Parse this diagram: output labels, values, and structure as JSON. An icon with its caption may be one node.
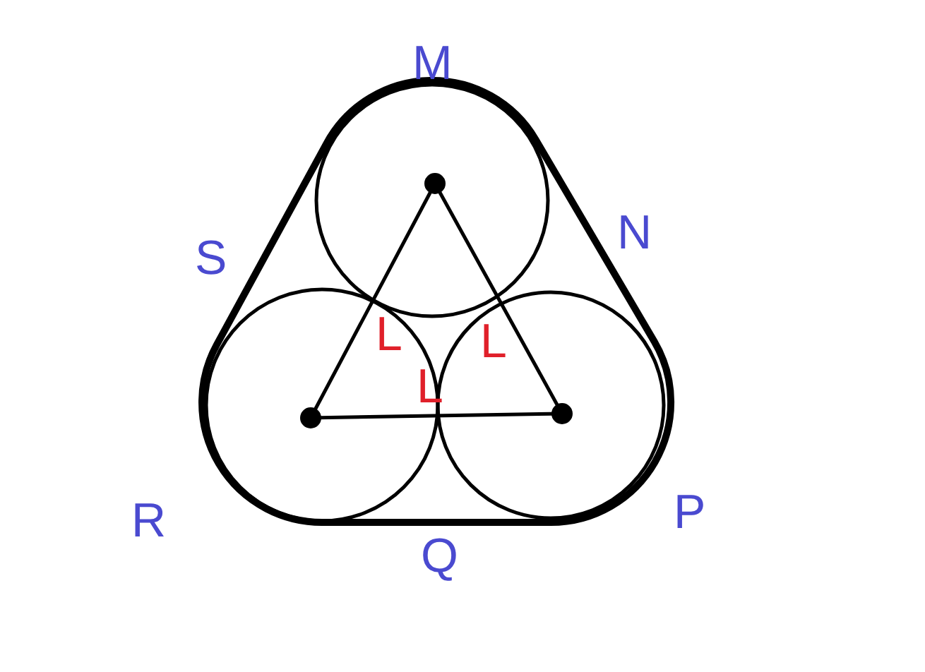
{
  "diagram": {
    "labels": [
      "M",
      "S",
      "N",
      "L",
      "L",
      "L",
      "R",
      "P",
      "Q"
    ]
  }
}
